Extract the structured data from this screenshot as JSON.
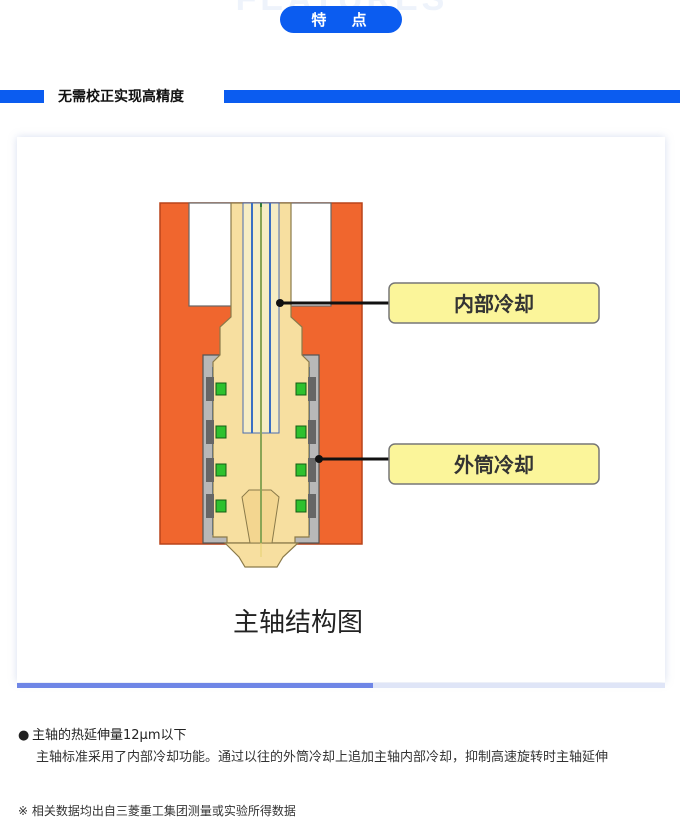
{
  "header": {
    "watermark": "FEATURES",
    "badge_label": "特 点"
  },
  "section": {
    "title": "无需校正实现高精度"
  },
  "figure": {
    "label_inner": "内部冷却",
    "label_outer": "外筒冷却",
    "caption": "主轴结构图",
    "progress_fraction": 0.55
  },
  "content": {
    "bullet_symbol": "●",
    "bullet_title": "主轴的热延伸量12μm以下",
    "description": "主轴标准采用了内部冷却功能。通过以往的外筒冷却上追加主轴内部冷却，抑制高速旋转时主轴延伸",
    "note": "※ 相关数据均出自三菱重工集团测量或实验所得数据"
  },
  "colors": {
    "accent": "#0b5cf0",
    "housing": "#f0662e",
    "shaft": "#f7dfa0",
    "label_fill": "#fbf59a",
    "bearing": "#2ec12e"
  }
}
